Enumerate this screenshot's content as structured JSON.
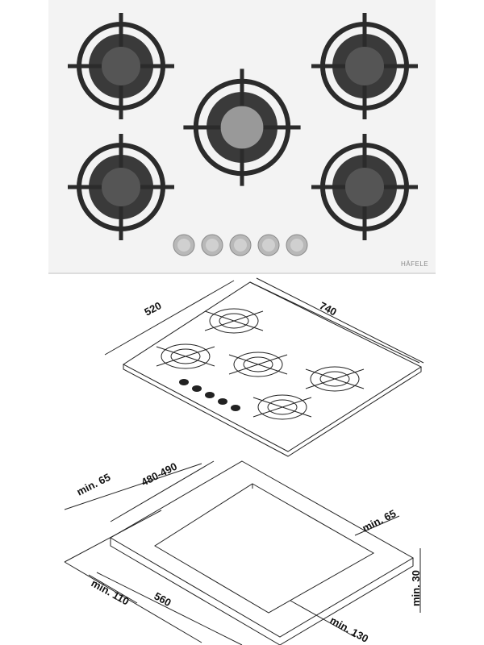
{
  "product_photo": {
    "brand": "HÄFELE",
    "burner_count": 5,
    "knob_count": 5,
    "colors": {
      "glass": "#f4f4f4",
      "grate": "#2b2b2b",
      "knob": "#b8b8b8"
    }
  },
  "hob_diagram": {
    "depth_label": "520",
    "width_label": "740"
  },
  "cutout_diagram": {
    "min_back_label": "min. 65",
    "cutout_depth_label": "480-490",
    "min_side_label": "min. 65",
    "min_front_label": "min. 110",
    "cutout_width_label": "560",
    "min_right_label": "min. 130",
    "thickness_label": "min. 30"
  }
}
